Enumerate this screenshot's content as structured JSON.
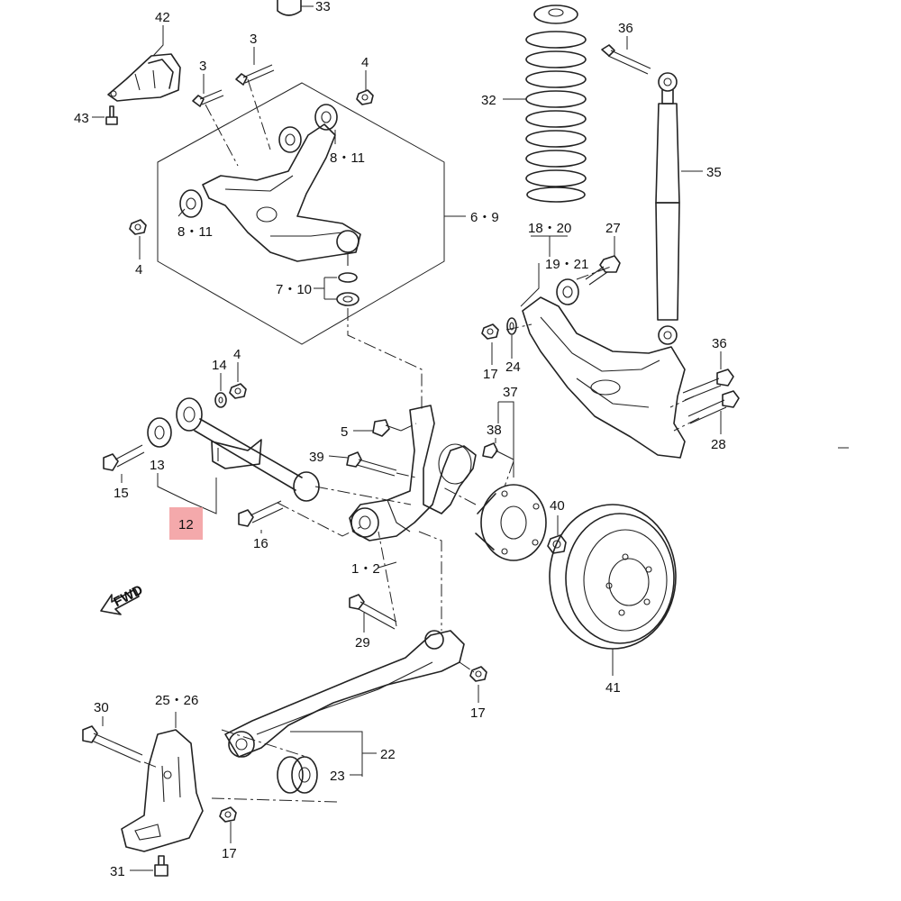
{
  "callouts": [
    {
      "id": "42",
      "text": "42"
    },
    {
      "id": "33",
      "text": "33"
    },
    {
      "id": "3a",
      "text": "3"
    },
    {
      "id": "3b",
      "text": "3"
    },
    {
      "id": "4a",
      "text": "4"
    },
    {
      "id": "43",
      "text": "43"
    },
    {
      "id": "8-11a",
      "text": "8・11"
    },
    {
      "id": "8-11b",
      "text": "8・11"
    },
    {
      "id": "4b",
      "text": "4"
    },
    {
      "id": "6-9",
      "text": "6・9"
    },
    {
      "id": "7-10",
      "text": "7・10"
    },
    {
      "id": "36a",
      "text": "36"
    },
    {
      "id": "32",
      "text": "32"
    },
    {
      "id": "35",
      "text": "35"
    },
    {
      "id": "18-20",
      "text": "18・20"
    },
    {
      "id": "27",
      "text": "27"
    },
    {
      "id": "19-21",
      "text": "19・21"
    },
    {
      "id": "17a",
      "text": "17"
    },
    {
      "id": "24",
      "text": "24"
    },
    {
      "id": "36b",
      "text": "36"
    },
    {
      "id": "28",
      "text": "28"
    },
    {
      "id": "14",
      "text": "14"
    },
    {
      "id": "4c",
      "text": "4"
    },
    {
      "id": "5",
      "text": "5"
    },
    {
      "id": "37",
      "text": "37"
    },
    {
      "id": "38",
      "text": "38"
    },
    {
      "id": "39",
      "text": "39"
    },
    {
      "id": "13",
      "text": "13"
    },
    {
      "id": "15",
      "text": "15"
    },
    {
      "id": "12",
      "text": "12"
    },
    {
      "id": "16",
      "text": "16"
    },
    {
      "id": "40",
      "text": "40"
    },
    {
      "id": "1-2",
      "text": "1・2"
    },
    {
      "id": "fwd",
      "text": "FWD"
    },
    {
      "id": "29",
      "text": "29"
    },
    {
      "id": "17b",
      "text": "17"
    },
    {
      "id": "41",
      "text": "41"
    },
    {
      "id": "30",
      "text": "30"
    },
    {
      "id": "25-26",
      "text": "25・26"
    },
    {
      "id": "22",
      "text": "22"
    },
    {
      "id": "23",
      "text": "23"
    },
    {
      "id": "17c",
      "text": "17"
    },
    {
      "id": "31",
      "text": "31"
    }
  ],
  "colors": {
    "line": "#222222",
    "highlight": "#f29a9c",
    "background": "#ffffff"
  }
}
